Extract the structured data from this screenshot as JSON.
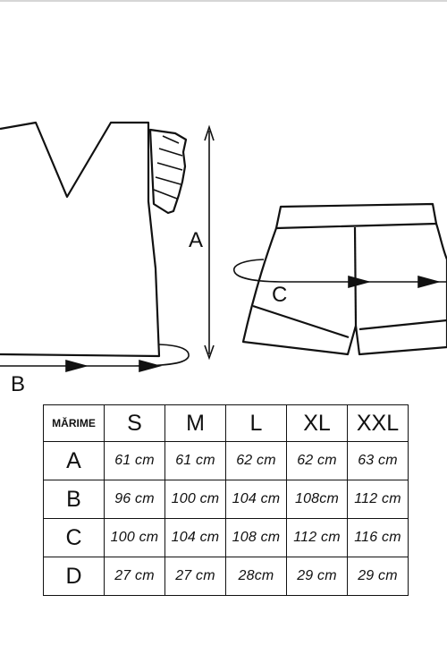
{
  "diagram": {
    "labels": {
      "a": "A",
      "b": "B",
      "c": "C"
    }
  },
  "table": {
    "corner_label": "MĂRIME",
    "sizes": [
      "S",
      "M",
      "L",
      "XL",
      "XXL"
    ],
    "rows": [
      {
        "label": "A",
        "values": [
          "61 cm",
          "61 cm",
          "62 cm",
          "62 cm",
          "63 cm"
        ]
      },
      {
        "label": "B",
        "values": [
          "96 cm",
          "100 cm",
          "104 cm",
          "108cm",
          "112 cm"
        ]
      },
      {
        "label": "C",
        "values": [
          "100 cm",
          "104 cm",
          "108 cm",
          "112 cm",
          "116 cm"
        ]
      },
      {
        "label": "D",
        "values": [
          "27 cm",
          "27 cm",
          "28cm",
          "29 cm",
          "29 cm"
        ]
      }
    ]
  }
}
